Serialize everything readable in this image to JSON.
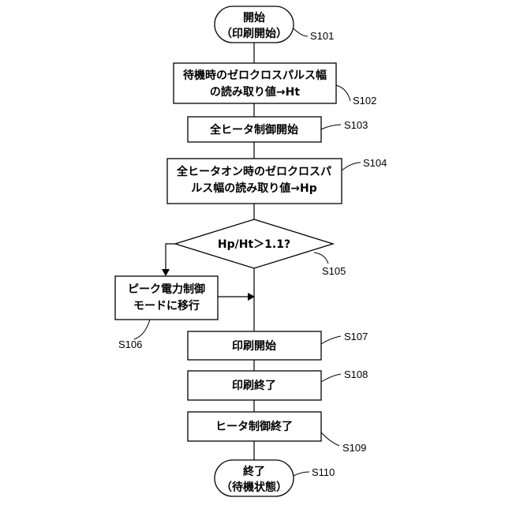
{
  "diagram": {
    "start": {
      "line1": "開始",
      "line2": "（印刷開始）",
      "step": "S101"
    },
    "s102": {
      "line1": "待機時のゼロクロスパルス幅",
      "line2": "の読み取り値→Ht",
      "step": "S102"
    },
    "s103": {
      "text": "全ヒータ制御開始",
      "step": "S103"
    },
    "s104": {
      "line1": "全ヒータオン時のゼロクロスパ",
      "line2": "ルス幅の読み取り値→Hp",
      "step": "S104"
    },
    "s105": {
      "text": "Hp/Ht＞1.1?",
      "step": "S105"
    },
    "s106": {
      "line1": "ピーク電力制御",
      "line2": "モードに移行",
      "step": "S106"
    },
    "s107": {
      "text": "印刷開始",
      "step": "S107"
    },
    "s108": {
      "text": "印刷終了",
      "step": "S108"
    },
    "s109": {
      "text": "ヒータ制御終了",
      "step": "S109"
    },
    "end": {
      "line1": "終了",
      "line2": "（待機状態）",
      "step": "S110"
    }
  }
}
